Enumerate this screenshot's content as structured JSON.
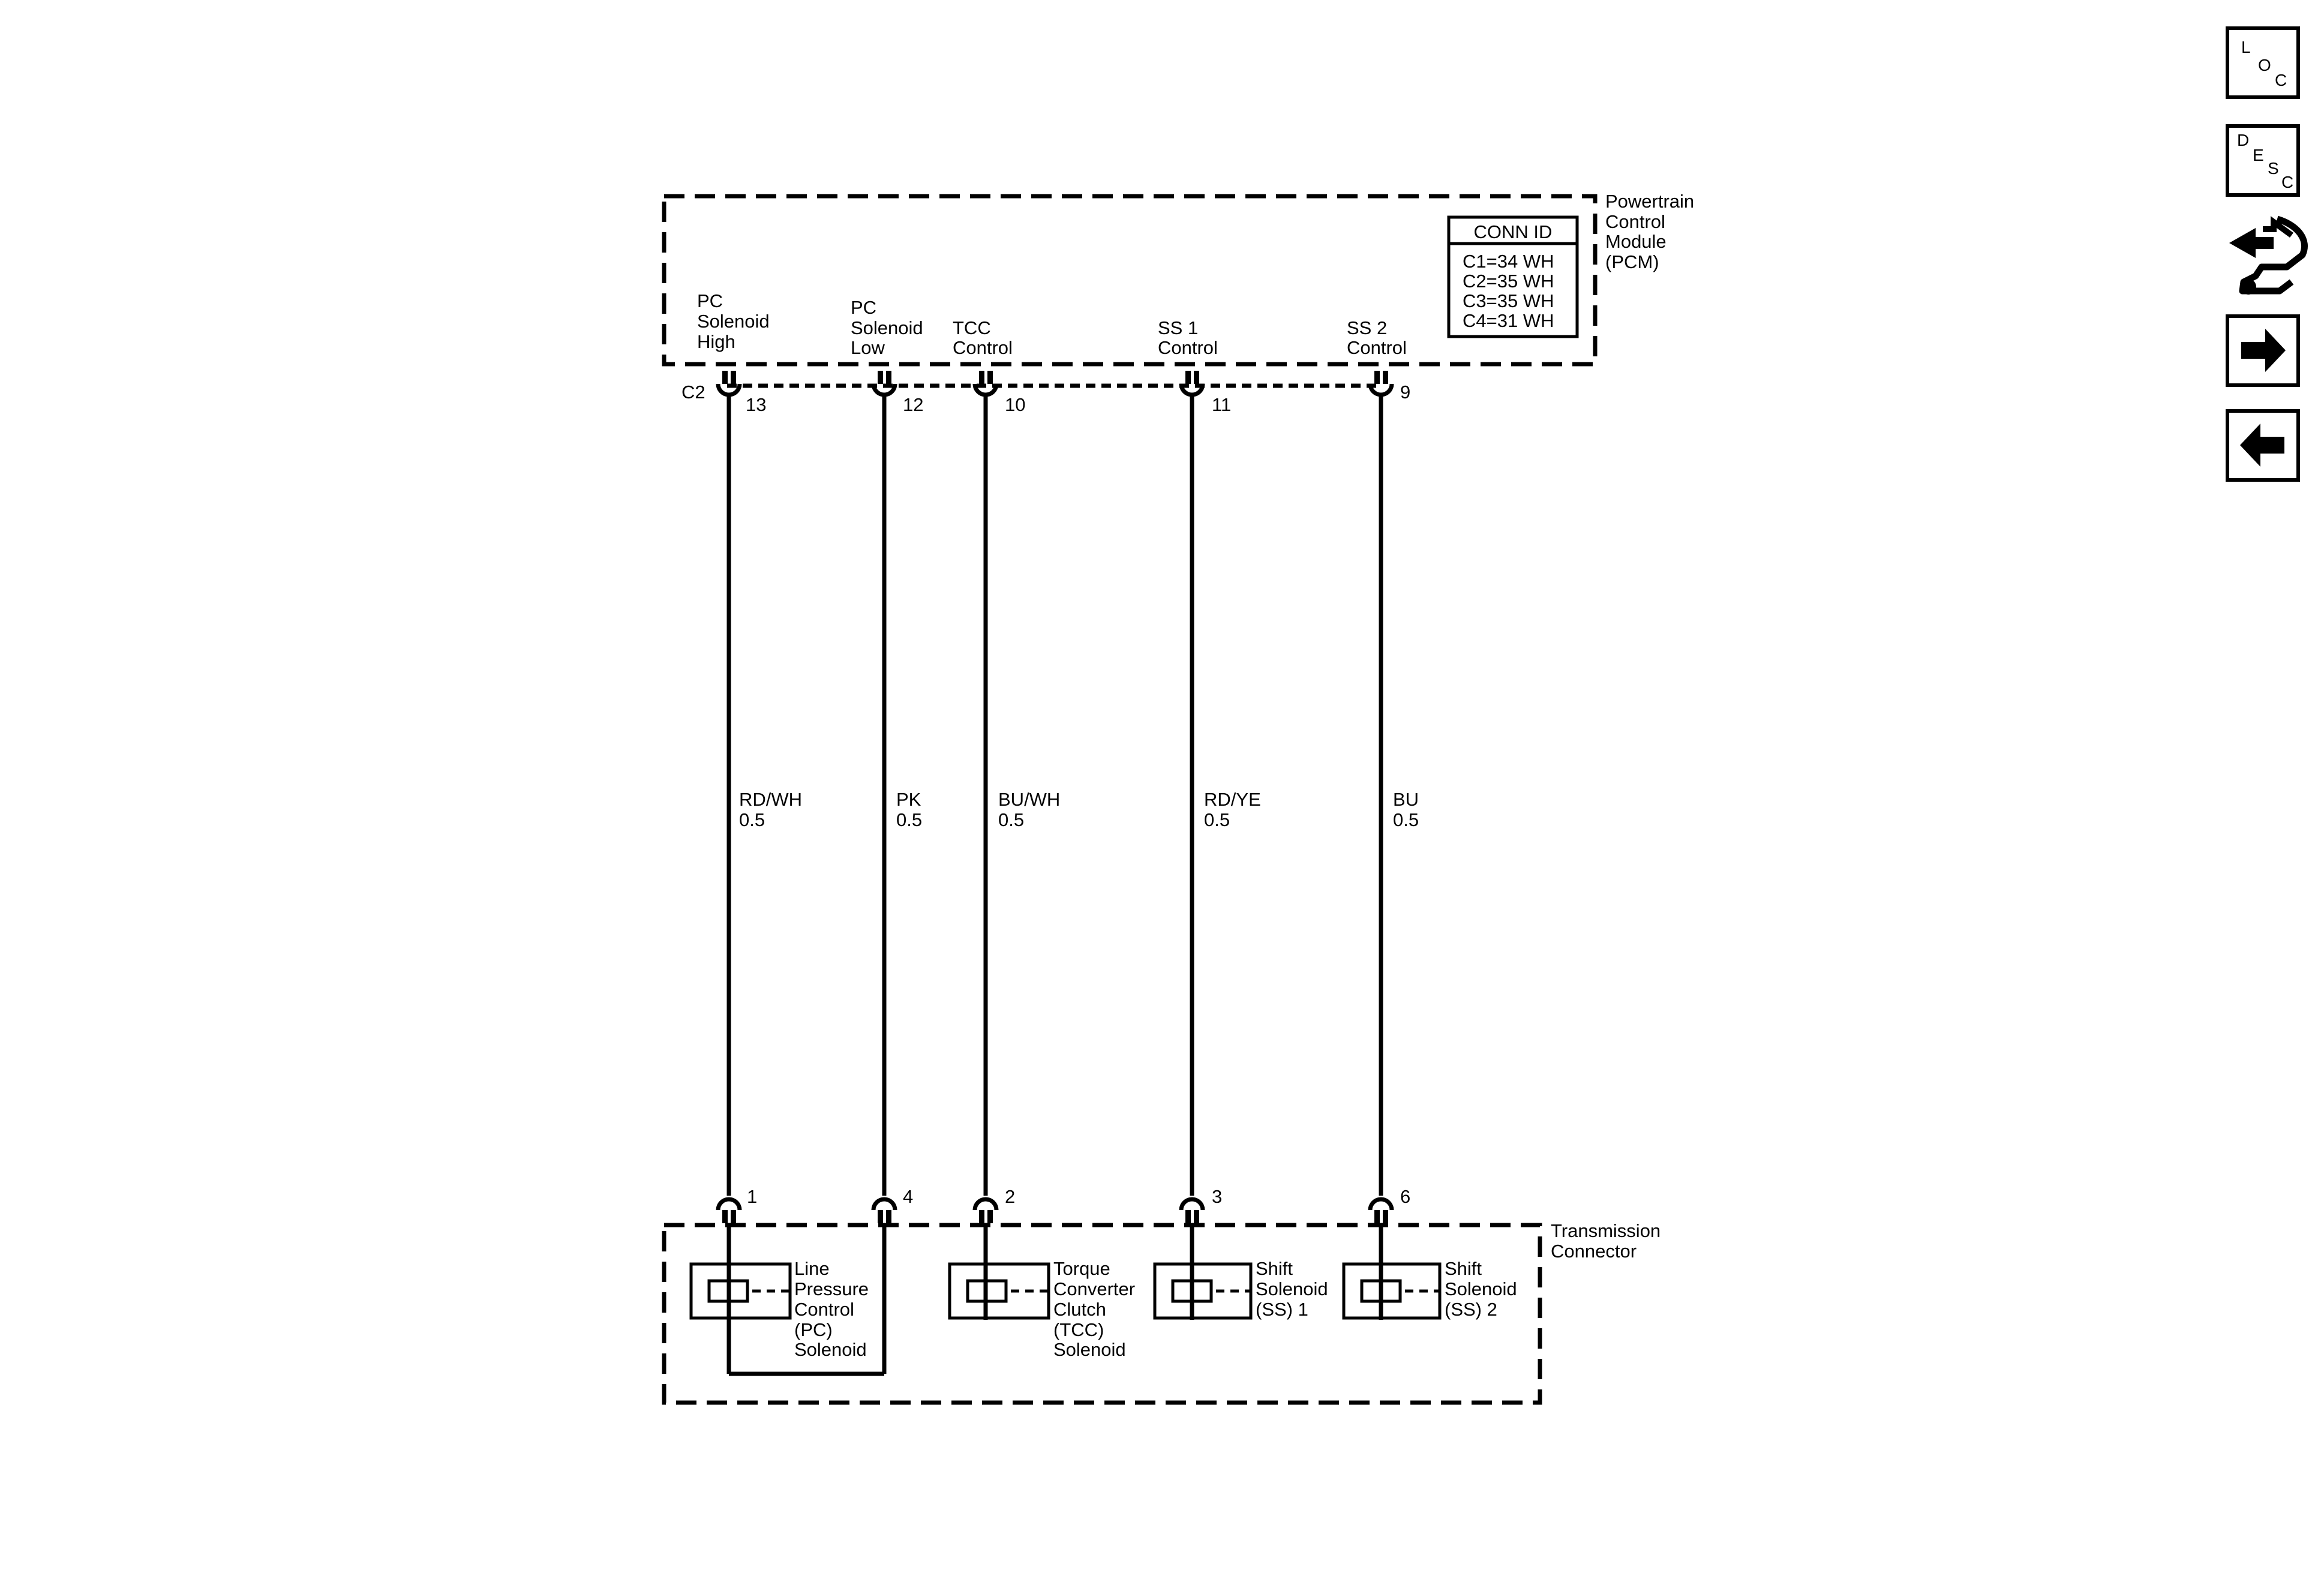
{
  "pcm": {
    "label_lines": [
      "Powertrain",
      "Control",
      "Module",
      "(PCM)"
    ],
    "conn_id": {
      "header": "CONN ID",
      "rows": [
        "C1=34 WH",
        "C2=35 WH",
        "C3=35 WH",
        "C4=31 WH"
      ]
    },
    "connector": "C2",
    "circuits": [
      {
        "label_lines": [
          "PC",
          "Solenoid",
          "High"
        ],
        "pin": "13"
      },
      {
        "label_lines": [
          "PC",
          "Solenoid",
          "Low"
        ],
        "pin": "12"
      },
      {
        "label_lines": [
          "TCC",
          "Control"
        ],
        "pin": "10"
      },
      {
        "label_lines": [
          "SS 1",
          "Control"
        ],
        "pin": "11"
      },
      {
        "label_lines": [
          "SS 2",
          "Control"
        ],
        "pin": "9"
      }
    ]
  },
  "wires": [
    {
      "color": "RD/WH",
      "gauge": "0.5"
    },
    {
      "color": "PK",
      "gauge": "0.5"
    },
    {
      "color": "BU/WH",
      "gauge": "0.5"
    },
    {
      "color": "RD/YE",
      "gauge": "0.5"
    },
    {
      "color": "BU",
      "gauge": "0.5"
    }
  ],
  "transmission": {
    "label_lines": [
      "Transmission",
      "Connector"
    ],
    "pins": [
      "1",
      "4",
      "2",
      "3",
      "6"
    ],
    "solenoids": [
      {
        "label_lines": [
          "Line",
          "Pressure",
          "Control",
          "(PC)",
          "Solenoid"
        ]
      },
      {
        "label_lines": [
          "Torque",
          "Converter",
          "Clutch",
          "(TCC)",
          "Solenoid"
        ]
      },
      {
        "label_lines": [
          "Shift",
          "Solenoid",
          "(SS) 1"
        ]
      },
      {
        "label_lines": [
          "Shift",
          "Solenoid",
          "(SS) 2"
        ]
      }
    ]
  },
  "nav_icons": {
    "loc": [
      "L",
      "O",
      "C"
    ],
    "desc": [
      "D",
      "E",
      "S",
      "C"
    ],
    "items": [
      "loc-icon",
      "desc-icon",
      "connector-view-icon",
      "next-arrow-icon",
      "back-arrow-icon"
    ]
  }
}
